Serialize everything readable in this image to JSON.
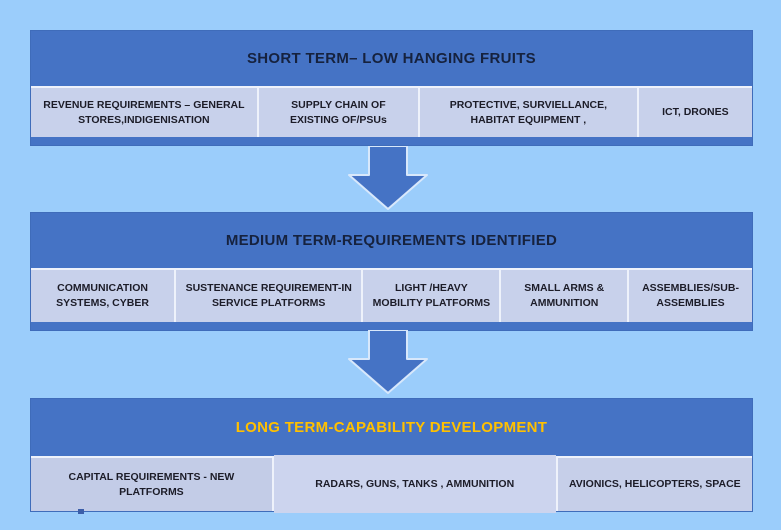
{
  "palette": {
    "background": "#9bcdfb",
    "band_fill": "#4573c5",
    "cell_fill": "#c8d1eb",
    "band_title_color": "#16223e",
    "long_term_title_color": "#ffc000",
    "cell_text_color": "#1c1c28",
    "arrow_fill": "#4573c5",
    "arrow_outline": "#d8e8fb"
  },
  "bands": [
    {
      "title": "SHORT TERM– LOW HANGING FRUITS",
      "cells": [
        "REVENUE REQUIREMENTS – GENERAL STORES,INDIGENISATION",
        "SUPPLY CHAIN OF EXISTING OF/PSUs",
        "PROTECTIVE, SURVIELLANCE, HABITAT EQUIPMENT ,",
        "ICT, DRONES"
      ]
    },
    {
      "title": "MEDIUM TERM-REQUIREMENTS IDENTIFIED",
      "cells": [
        "COMMUNICATION SYSTEMS, CYBER",
        "SUSTENANCE REQUIREMENT-IN SERVICE PLATFORMS",
        "LIGHT /HEAVY MOBILITY PLATFORMS",
        "SMALL ARMS & AMMUNITION",
        "ASSEMBLIES/SUB-ASSEMBLIES"
      ]
    },
    {
      "title": "LONG TERM-CAPABILITY DEVELOPMENT",
      "cells": [
        "CAPITAL REQUIREMENTS  - NEW PLATFORMS",
        "RADARS, GUNS, TANKS , AMMUNITION",
        "AVIONICS, HELICOPTERS, SPACE"
      ]
    }
  ]
}
